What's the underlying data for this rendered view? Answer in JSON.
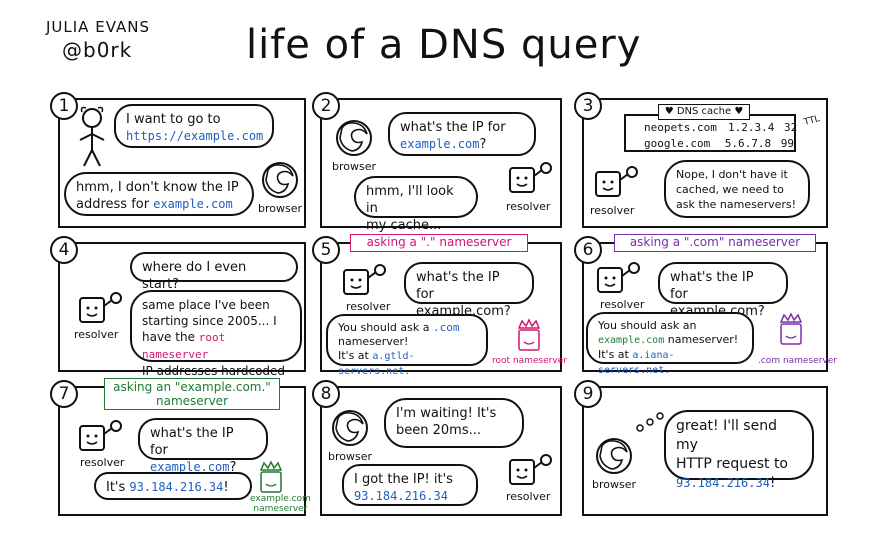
{
  "header": {
    "author_name": "JULIA EVANS",
    "author_handle": "@b0rk",
    "title": "life of a DNS query"
  },
  "panel1": {
    "num": "1",
    "bubble_top": "I want to go to",
    "url": "https://example.com",
    "bubble_bottom_1": "hmm, I don't know the IP",
    "bubble_bottom_2": "address for",
    "domain": "example.com",
    "browser_label": "browser"
  },
  "panel2": {
    "num": "2",
    "bubble_top_1": "what's the IP for",
    "domain": "example.com",
    "q": "?",
    "bubble_bottom_1": "hmm, I'll look in",
    "bubble_bottom_2": "my cache...",
    "browser_label": "browser",
    "resolver_label": "resolver"
  },
  "panel3": {
    "num": "3",
    "cache_title": "♥ DNS cache ♥",
    "rows": [
      {
        "name": "neopets.com",
        "ip": "1.2.3.4",
        "ttl": "32"
      },
      {
        "name": "google.com",
        "ip": "5.6.7.8",
        "ttl": "99"
      }
    ],
    "ttl_label": "TTL",
    "bubble_1": "Nope, I don't have it",
    "bubble_2": "cached, we need to",
    "bubble_3": "ask the nameservers!",
    "resolver_label": "resolver"
  },
  "panel4": {
    "num": "4",
    "bubble_top": "where do I even start?",
    "b1": "same place I've been",
    "b2": "starting since 2005... I",
    "b3a": "have the",
    "b3b": "root nameserver",
    "b4": "IP addresses hardcoded",
    "resolver_label": "resolver"
  },
  "panel5": {
    "num": "5",
    "banner": "asking a \".\" nameserver",
    "q1": "what's the IP",
    "q2": "for example.com?",
    "resolver_label": "resolver",
    "a1": "You should ask a",
    "a1b": ".com",
    "a2": "nameserver!",
    "a3": "It's at",
    "a3b": "a.gtld-servers.net.",
    "ns_label": "root nameserver"
  },
  "panel6": {
    "num": "6",
    "banner": "asking a \".com\" nameserver",
    "q1": "what's the IP",
    "q2": "for example.com?",
    "resolver_label": "resolver",
    "a1": "You should ask an",
    "a2a": "example.com",
    "a2b": "nameserver!",
    "a3": "It's at",
    "a3b": "a.iana-servers.net.",
    "ns_label": ".com nameserver"
  },
  "panel7": {
    "num": "7",
    "banner_1": "asking an \"example.com.\"",
    "banner_2": "nameserver",
    "q1": "what's the IP",
    "q2": "for",
    "q2b": "example.com",
    "q2c": "?",
    "resolver_label": "resolver",
    "a1": "It's",
    "a1b": "93.184.216.34",
    "a1c": "!",
    "ns_label_1": "example.com",
    "ns_label_2": "nameserver"
  },
  "panel8": {
    "num": "8",
    "b1": "I'm waiting! It's",
    "b2": "been 20ms...",
    "browser_label": "browser",
    "a1": "I got the IP! it's",
    "a2": "93.184.216.34",
    "resolver_label": "resolver"
  },
  "panel9": {
    "num": "9",
    "b1": "great! I'll send my",
    "b2": "HTTP request to",
    "b3": "93.184.216.34",
    "b3c": "!",
    "browser_label": "browser"
  },
  "colors": {
    "link": "#1f5fbf",
    "root": "#d4146e",
    "example_ns": "#1f7a35",
    "com_ns": "#7a2ea8"
  }
}
